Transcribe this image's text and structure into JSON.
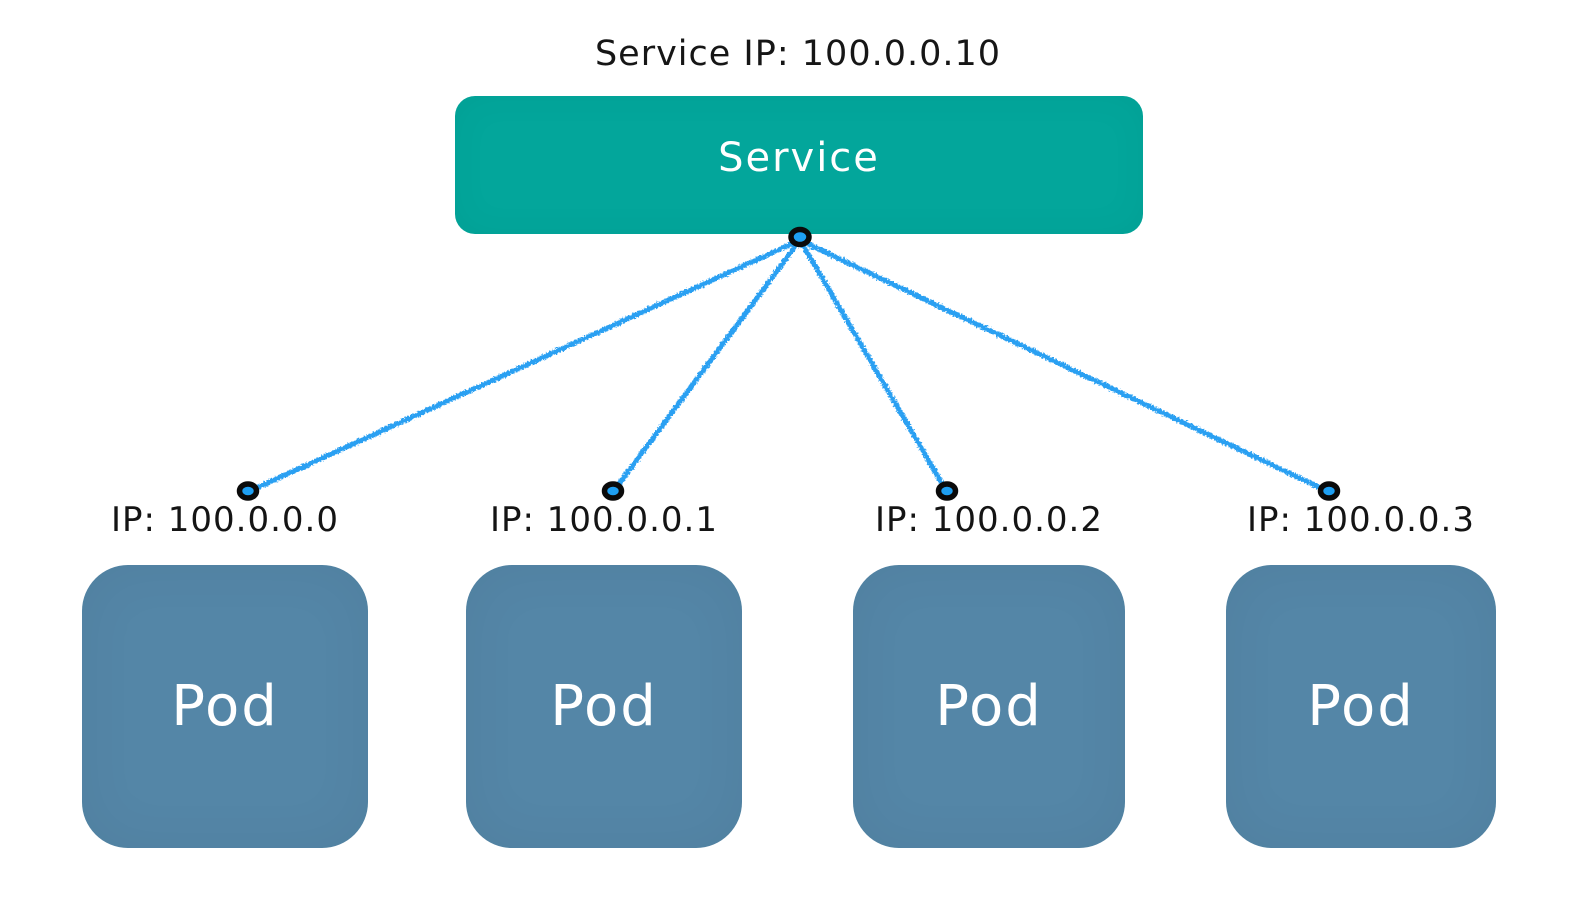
{
  "diagram": {
    "title": "Service IP: 100.0.0.10",
    "service": {
      "label": "Service"
    },
    "pods": [
      {
        "label": "Pod",
        "ip": "IP: 100.0.0.0"
      },
      {
        "label": "Pod",
        "ip": "IP: 100.0.0.1"
      },
      {
        "label": "Pod",
        "ip": "IP: 100.0.0.2"
      },
      {
        "label": "Pod",
        "ip": "IP: 100.0.0.3"
      }
    ],
    "colors": {
      "service_fill": "#03a69b",
      "pod_fill": "#5486a7",
      "connection_line": "#2ca0f2",
      "endpoint_fill": "#1e9ff2",
      "endpoint_stroke": "#0a0a0a",
      "text_dark": "#141414",
      "text_light": "#ffffff",
      "background": "#ffffff"
    }
  }
}
